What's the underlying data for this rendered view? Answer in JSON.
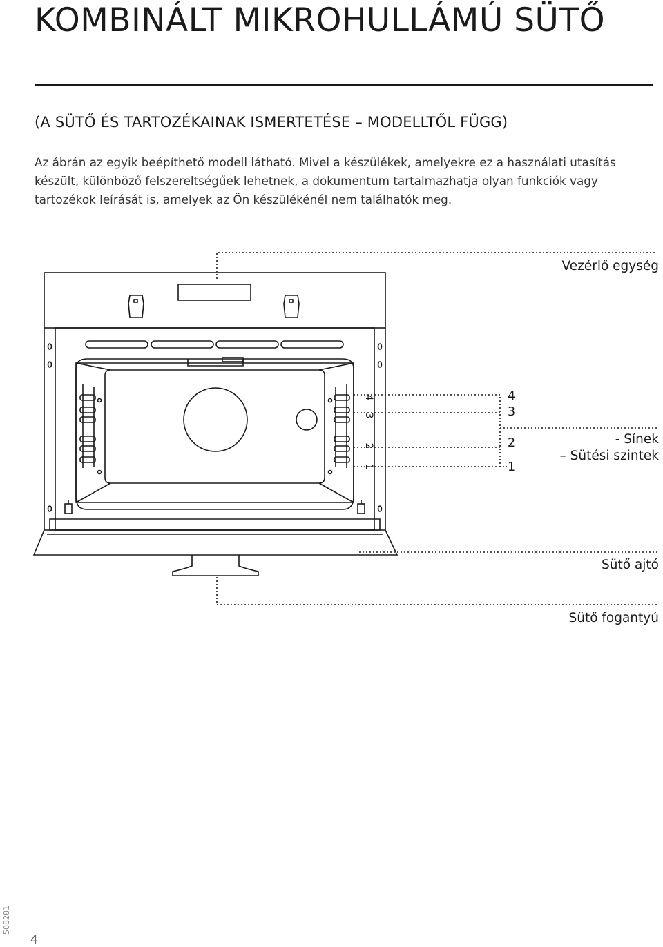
{
  "page": {
    "title": "KOMBINÁLT MIKROHULLÁMÚ SÜTŐ",
    "subtitle": "(A SÜTŐ ÉS TARTOZÉKAINAK ISMERTETÉSE – MODELLTŐL FÜGG)",
    "intro": "Az ábrán az egyik beépíthető modell látható. Mivel a készülékek, amelyekre ez a használati utasítás készült, különböző felszereltségűek lehetnek, a dokumentum tartalmazhatja olyan funkciók vagy tartozékok leírását is, amelyek az Ön készülékénél nem találhatók meg.",
    "page_number": "4",
    "doc_code": "508281"
  },
  "diagram": {
    "control_unit_label": "Vezérlő egység",
    "rails_label": "- Sínek",
    "levels_label": "– Sütési szintek",
    "door_label": "Sütő ajtó",
    "handle_label": "Sütő fogantyú",
    "levels": [
      "4",
      "3",
      "2",
      "1"
    ],
    "line_color": "#1a1a1a"
  }
}
